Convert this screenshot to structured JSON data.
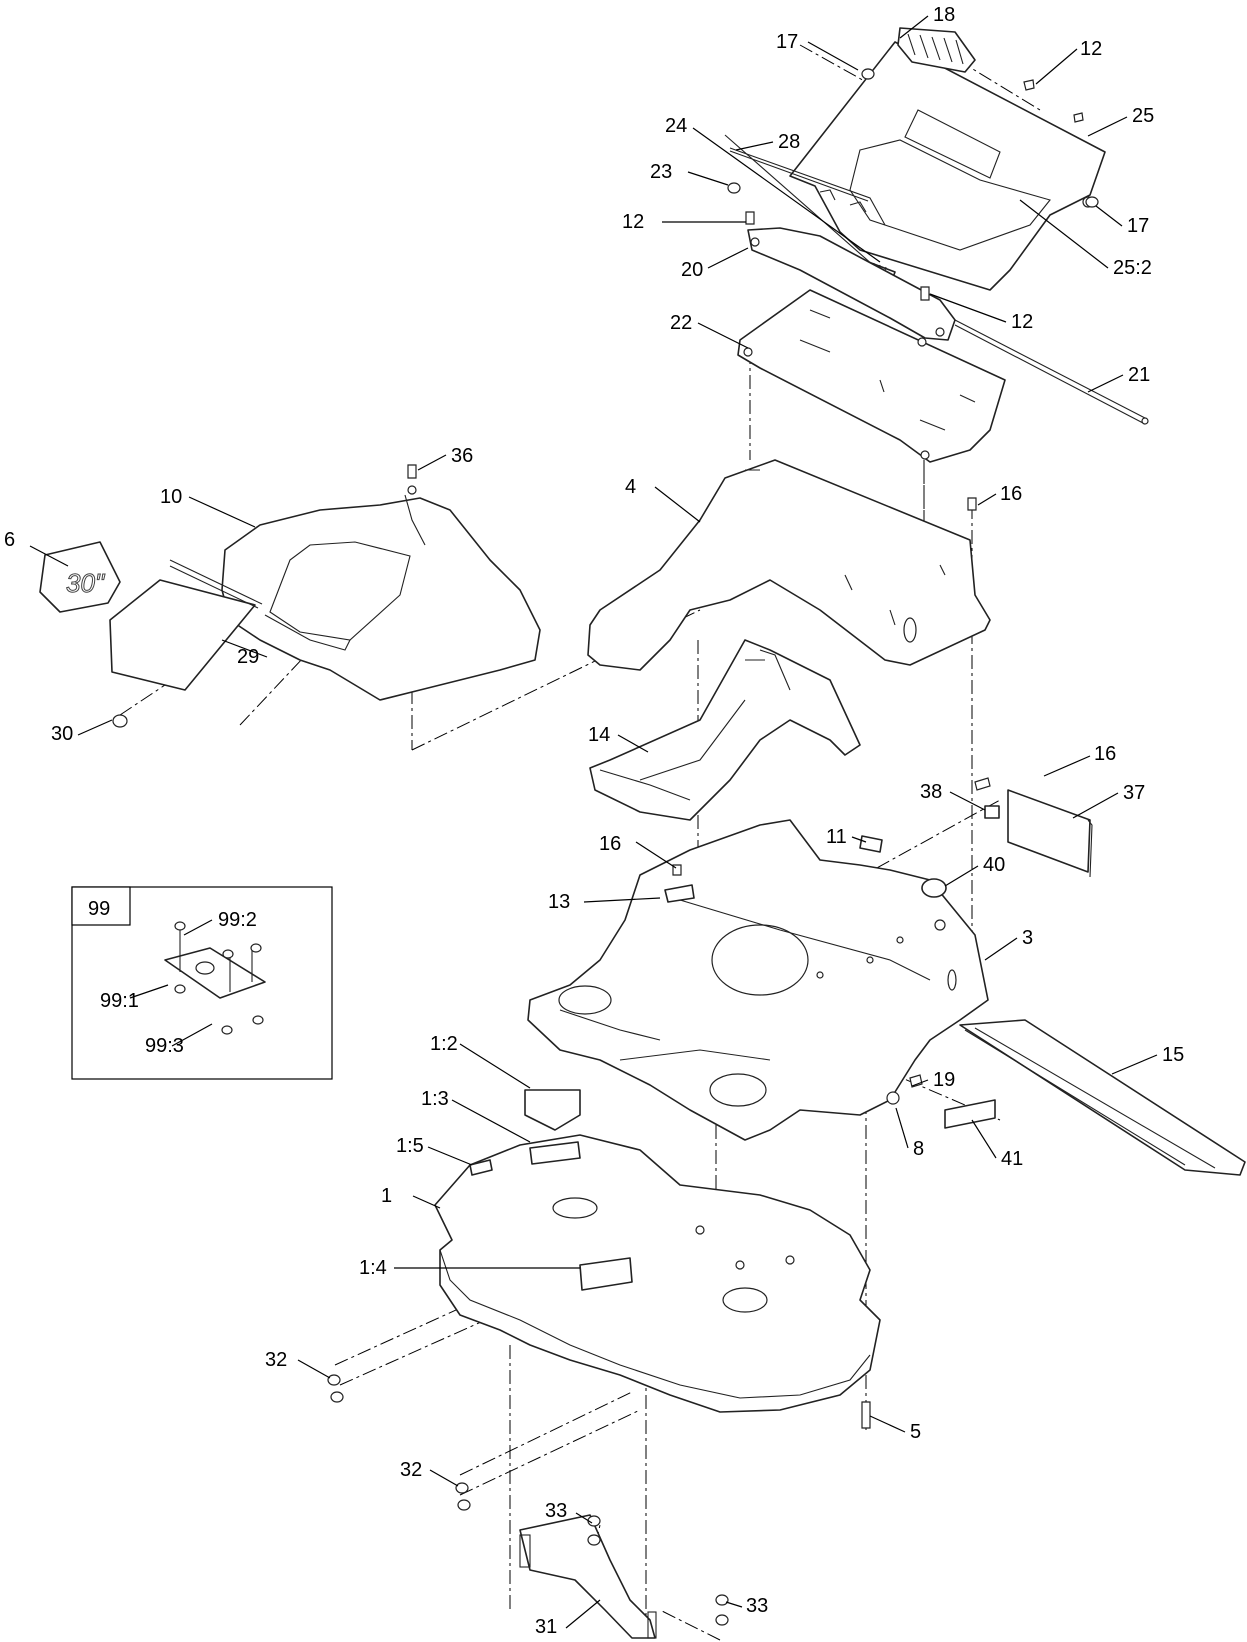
{
  "decal_30_text": "30\"",
  "inset": {
    "label": "99"
  },
  "callouts": [
    "18",
    "17",
    "12",
    "25",
    "24",
    "28",
    "23",
    "12",
    "17",
    "25:2",
    "20",
    "12",
    "22",
    "21",
    "36",
    "10",
    "4",
    "16",
    "6",
    "29",
    "30",
    "14",
    "16",
    "37",
    "38",
    "11",
    "40",
    "16",
    "13",
    "3",
    "99:2",
    "99:1",
    "99:3",
    "1:2",
    "15",
    "1:3",
    "19",
    "8",
    "41",
    "1:5",
    "1",
    "1:4",
    "32",
    "32",
    "5",
    "33",
    "31",
    "33"
  ]
}
